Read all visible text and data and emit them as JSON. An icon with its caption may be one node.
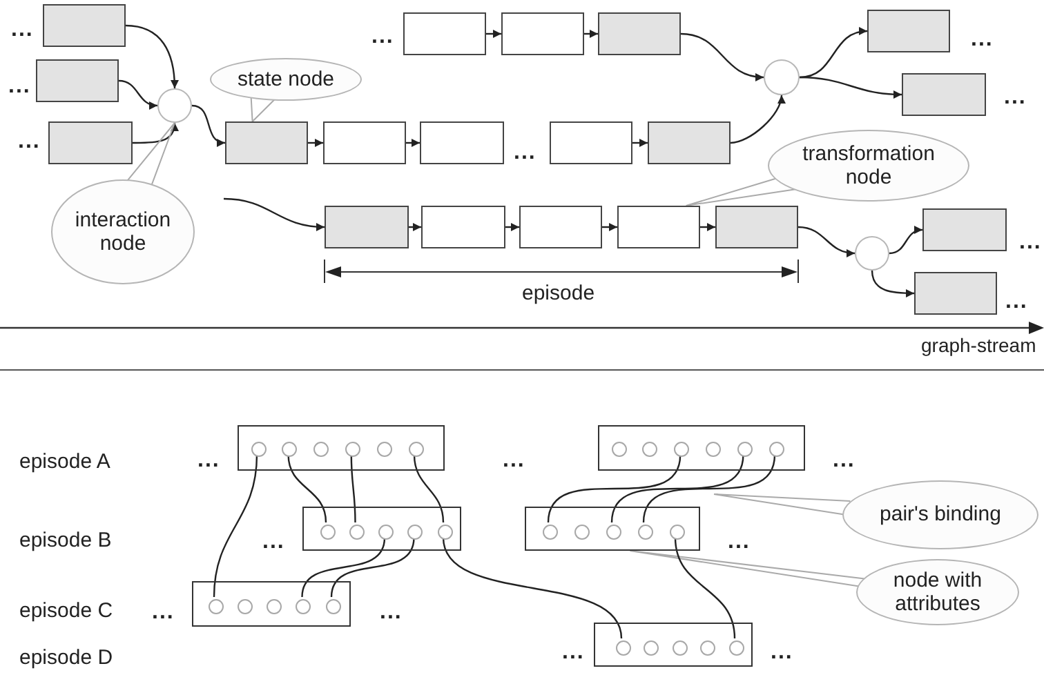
{
  "diagram": {
    "nodes": [
      {
        "text": [],
        "shape": "box"
      },
      {
        "text": [],
        "shape": "box"
      },
      {
        "text": [],
        "shape": "box"
      },
      {
        "text": [],
        "shape": "box"
      },
      {
        "text": [],
        "shape": "box"
      },
      {
        "text": [],
        "shape": "box"
      },
      {
        "text": [
          "state node"
        ]
      },
      {
        "text": [],
        "shape": "circle"
      },
      {
        "text": [],
        "shape": "box"
      },
      {
        "text": [],
        "shape": "circle"
      },
      {
        "text": [],
        "shape": "box"
      },
      {
        "text": [],
        "shape": "box"
      },
      {
        "text": [],
        "shape": "box"
      },
      {
        "text": [],
        "shape": "box"
      },
      {
        "text": [],
        "shape": "box"
      },
      {
        "text": [],
        "shape": "box"
      },
      {
        "text": [
          "transformation node"
        ]
      },
      {
        "text": [],
        "shape": "box"
      },
      {
        "text": [],
        "shape": "box"
      },
      {
        "text": [],
        "shape": "box"
      },
      {
        "text": [],
        "shape": "box"
      },
      {
        "text": [],
        "shape": "box"
      },
      {
        "text": [],
        "shape": "box"
      },
      {
        "text": [
          "interaction node"
        ]
      },
      {
        "text": [],
        "shape": "circle"
      },
      {
        "text": [],
        "shape": "box"
      },
      {
        "text": [],
        "shape": "box"
      },
      {
        "text": [],
        "shape": "circle",
        "in": 26
      },
      {
        "text": [],
        "shape": "circle",
        "in": 26
      },
      {
        "text": [],
        "shape": "circle",
        "in": 26
      },
      {
        "text": [],
        "shape": "circle",
        "in": 26
      },
      {
        "text": [],
        "shape": "circle",
        "in": 26
      },
      {
        "text": [],
        "shape": "circle",
        "in": 26
      },
      {
        "text": [],
        "shape": "box"
      },
      {
        "text": [],
        "shape": "circle",
        "in": 33
      },
      {
        "text": [],
        "shape": "circle",
        "in": 33
      },
      {
        "text": [],
        "shape": "circle",
        "in": 33
      },
      {
        "text": [],
        "shape": "circle",
        "in": 33
      },
      {
        "text": [],
        "shape": "circle",
        "in": 33
      },
      {
        "text": [],
        "shape": "circle",
        "in": 33
      },
      {
        "text": [],
        "shape": "box"
      },
      {
        "text": [],
        "shape": "circle",
        "in": 40
      },
      {
        "text": [],
        "shape": "circle",
        "in": 40
      },
      {
        "text": [],
        "shape": "circle",
        "in": 40
      },
      {
        "text": [],
        "shape": "circle",
        "in": 40
      },
      {
        "text": [],
        "shape": "circle",
        "in": 40
      },
      {
        "text": [],
        "shape": "box"
      },
      {
        "text": [],
        "shape": "circle",
        "in": 46
      },
      {
        "text": [],
        "shape": "circle",
        "in": 46
      },
      {
        "text": [],
        "shape": "circle",
        "in": 46
      },
      {
        "text": [],
        "shape": "circle",
        "in": 46
      },
      {
        "text": [],
        "shape": "circle",
        "in": 46
      },
      {
        "text": [
          "pair's binding"
        ]
      },
      {
        "text": [],
        "shape": "box"
      },
      {
        "text": [],
        "shape": "circle",
        "in": 53
      },
      {
        "text": [],
        "shape": "circle",
        "in": 53
      },
      {
        "text": [],
        "shape": "circle",
        "in": 53
      },
      {
        "text": [],
        "shape": "circle",
        "in": 53
      },
      {
        "text": [],
        "shape": "circle",
        "in": 53
      },
      {
        "text": [
          "node with attributes"
        ]
      },
      {
        "text": [],
        "shape": "box"
      },
      {
        "text": [],
        "shape": "circle",
        "in": 60
      },
      {
        "text": [],
        "shape": "circle",
        "in": 60
      },
      {
        "text": [],
        "shape": "circle",
        "in": 60
      },
      {
        "text": [],
        "shape": "circle",
        "in": 60
      },
      {
        "text": [],
        "shape": "circle",
        "in": 60
      }
    ],
    "edges": [
      {
        "from": 0,
        "to": 7,
        "arrow": "to"
      },
      {
        "from": 5,
        "to": 7,
        "arrow": "to"
      },
      {
        "from": 10,
        "to": 7,
        "arrow": "to"
      },
      {
        "from": 7,
        "to": 11,
        "arrow": "to"
      },
      {
        "from": 11,
        "to": 12,
        "arrow": "to"
      },
      {
        "from": 12,
        "to": 13,
        "arrow": "to"
      },
      {
        "from": 14,
        "to": 15,
        "arrow": "to"
      },
      {
        "from": 1,
        "to": 2,
        "arrow": "to"
      },
      {
        "from": 2,
        "to": 3,
        "arrow": "to"
      },
      {
        "from": 3,
        "to": 9,
        "arrow": "to"
      },
      {
        "from": 15,
        "to": 9,
        "arrow": "to"
      },
      {
        "from": 9,
        "to": 4,
        "arrow": "to"
      },
      {
        "from": 9,
        "to": 8,
        "arrow": "to"
      },
      {
        "from": null,
        "to": 17,
        "arrow": "to"
      },
      {
        "from": 17,
        "to": 18,
        "arrow": "to"
      },
      {
        "from": 18,
        "to": 19,
        "arrow": "to"
      },
      {
        "from": 19,
        "to": 20,
        "arrow": "to"
      },
      {
        "from": 20,
        "to": 21,
        "arrow": "to"
      },
      {
        "from": 21,
        "to": 24,
        "arrow": "to"
      },
      {
        "from": 24,
        "to": 22,
        "arrow": "to"
      },
      {
        "from": 24,
        "to": 25,
        "arrow": "to"
      },
      {
        "from": 6,
        "to": 11,
        "arrow": "none",
        "color": "#aaaaaa"
      },
      {
        "from": 23,
        "to": 7,
        "arrow": "none",
        "color": "#aaaaaa"
      },
      {
        "from": 16,
        "to": 20,
        "arrow": "none",
        "color": "#aaaaaa"
      },
      {
        "from": 52,
        "to": null,
        "arrow": "none",
        "color": "#aaaaaa"
      },
      {
        "from": 59,
        "to": 46,
        "arrow": "none",
        "color": "#aaaaaa"
      },
      {
        "from": 27,
        "to": 54,
        "arrow": "none"
      },
      {
        "from": 28,
        "to": 41,
        "arrow": "none"
      },
      {
        "from": 30,
        "to": 42,
        "arrow": "none"
      },
      {
        "from": 32,
        "to": 45,
        "arrow": "none"
      },
      {
        "from": 43,
        "to": 57,
        "arrow": "none"
      },
      {
        "from": 44,
        "to": 58,
        "arrow": "none"
      },
      {
        "from": 45,
        "to": 61,
        "arrow": "none"
      },
      {
        "from": 36,
        "to": 47,
        "arrow": "none"
      },
      {
        "from": 38,
        "to": 49,
        "arrow": "none"
      },
      {
        "from": 39,
        "to": 50,
        "arrow": "none"
      },
      {
        "from": 51,
        "to": 65,
        "arrow": "none"
      }
    ],
    "labels": [
      "...",
      "...",
      "...",
      "...",
      "...",
      "...",
      "...",
      "...",
      "...",
      "episode",
      "graph-stream",
      "episode A",
      "...",
      "...",
      "...",
      "episode B",
      "...",
      "...",
      "episode C",
      "...",
      "...",
      "episode D",
      "...",
      "..."
    ]
  }
}
